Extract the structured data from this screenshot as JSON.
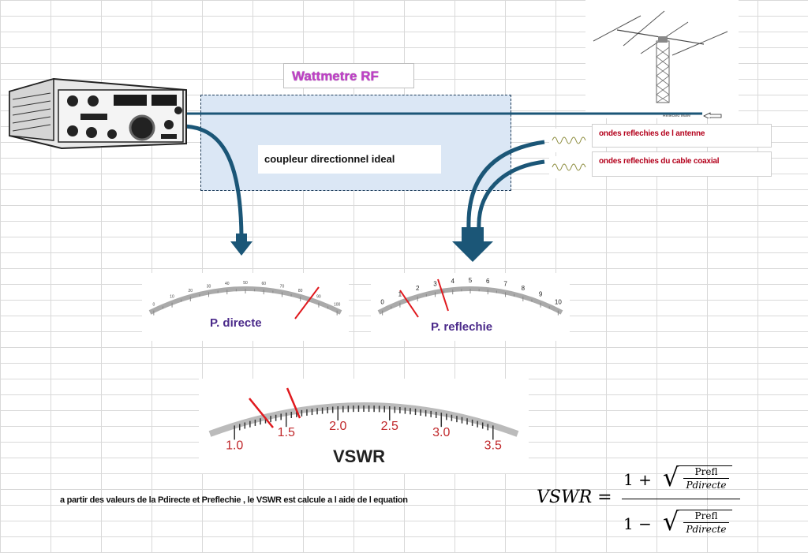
{
  "title": "Wattmetre RF",
  "coupler_label": "coupleur directionnel ideal",
  "reflected_wave_label": "Reflected Wave",
  "wave_labels": [
    "ondes reflechies de l antenne",
    "ondes reflechies du cable coaxial"
  ],
  "meters": {
    "direct": {
      "label": "P. directe",
      "scale": [
        "0",
        "10",
        "20",
        "30",
        "40",
        "50",
        "60",
        "70",
        "80",
        "90",
        "100"
      ]
    },
    "reflected": {
      "label": "P. reflechie",
      "scale": [
        "0",
        "1",
        "2",
        "3",
        "4",
        "5",
        "6",
        "7",
        "8",
        "9",
        "10"
      ]
    },
    "vswr": {
      "label": "VSWR",
      "scale": [
        "1.0",
        "1.5",
        "2.0",
        "2.5",
        "3.0",
        "3.5"
      ]
    }
  },
  "bottom_text": "a partir des valeurs de la Pdirecte et Preflechie , le VSWR est calcule a l aide de l equation",
  "equation": {
    "lhs": "VSWR =",
    "num_prefix": "1 +",
    "den_prefix": "1 −",
    "frac_top": "Prefl",
    "frac_bottom": "Pdirecte"
  },
  "colors": {
    "cable": "#1b5677",
    "needle": "#e0191e",
    "title": "#c03fc8",
    "wave_label": "#b3001b",
    "meter_label": "#4b2a8a"
  }
}
